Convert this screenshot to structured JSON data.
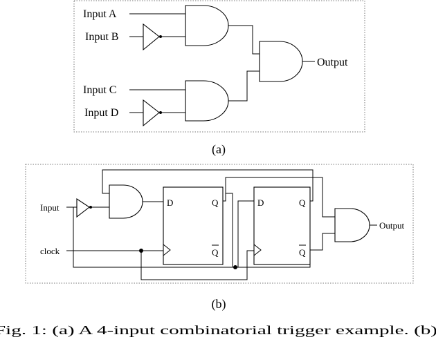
{
  "diagram_a": {
    "inputs": [
      "Input A",
      "Input B",
      "Input C",
      "Input D"
    ],
    "output": "Output",
    "caption": "(a)"
  },
  "diagram_b": {
    "input": "Input",
    "clock": "clock",
    "output": "Output",
    "flipflop1": {
      "d": "D",
      "q": "Q",
      "qbar": "Q"
    },
    "flipflop2": {
      "d": "D",
      "q": "Q",
      "qbar": "Q"
    },
    "caption": "(b)"
  },
  "figure_caption": "Fig. 1: (a) A 4-input combinatorial trigger example. (b)"
}
